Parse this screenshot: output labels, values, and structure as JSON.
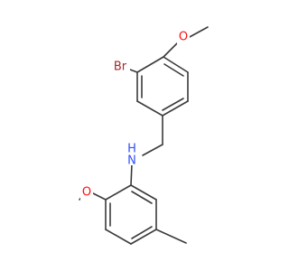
{
  "structure": {
    "atoms": {
      "O_top": "O",
      "Br": "Br",
      "NH": "H",
      "N": "N",
      "O_left": "O"
    }
  },
  "colors": {
    "bond": "#3a3a3a",
    "oxygen": "#ff0d0d",
    "bromine": "#a62929",
    "nitrogen": "#3050f8"
  }
}
